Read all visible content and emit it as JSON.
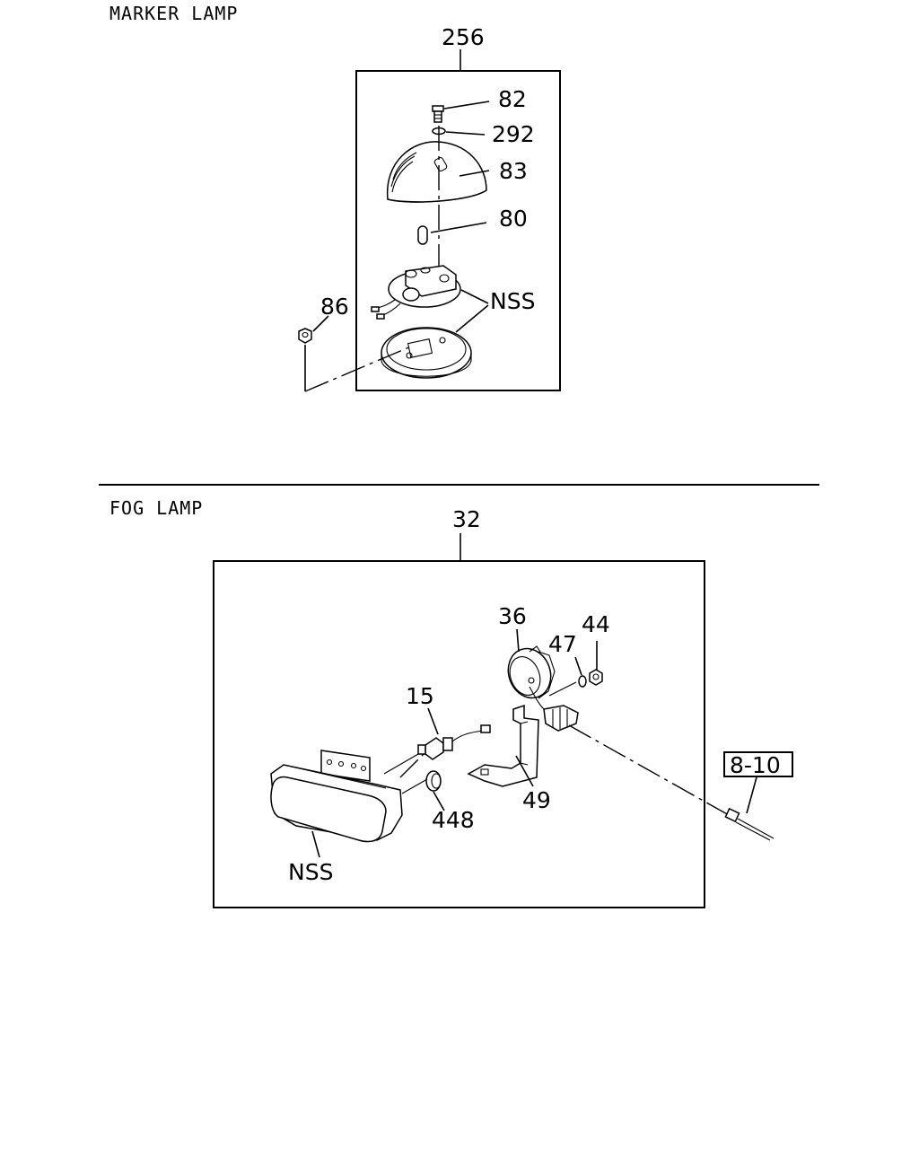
{
  "marker_lamp": {
    "section_title": "MARKER LAMP",
    "assembly_ref": "256",
    "callouts": {
      "screw": "82",
      "washer": "292",
      "lens": "83",
      "bulb": "80",
      "nut": "86",
      "base": "NSS"
    }
  },
  "fog_lamp": {
    "section_title": "FOG LAMP",
    "assembly_ref": "32",
    "callouts": {
      "cover": "36",
      "washer": "47",
      "nut": "44",
      "bulb": "15",
      "grommet": "448",
      "bracket": "49",
      "body": "NSS",
      "harness_ref": "8-10"
    }
  }
}
